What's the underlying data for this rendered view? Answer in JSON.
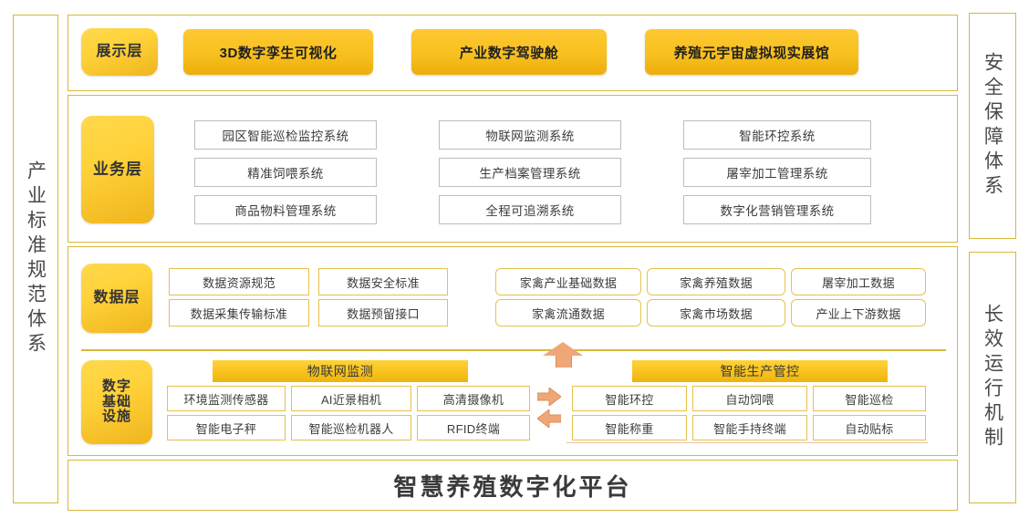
{
  "side_panels": {
    "left": {
      "label": "产业标准规范体系"
    },
    "right_top": {
      "label": "安全保障体系"
    },
    "right_bottom": {
      "label": "长效运行机制"
    }
  },
  "display_layer": {
    "badge": "展示层",
    "items": [
      "3D数字孪生可视化",
      "产业数字驾驶舱",
      "养殖元宇宙虚拟现实展馆"
    ]
  },
  "business_layer": {
    "badge": "业务层",
    "columns": [
      [
        "园区智能巡检监控系统",
        "精准饲喂系统",
        "商品物料管理系统"
      ],
      [
        "物联网监测系统",
        "生产档案管理系统",
        "全程可追溯系统"
      ],
      [
        "智能环控系统",
        "屠宰加工管理系统",
        "数字化营销管理系统"
      ]
    ]
  },
  "data_layer": {
    "badge": "数据层",
    "standards": [
      [
        "数据资源规范",
        "数据安全标准"
      ],
      [
        "数据采集传输标准",
        "数据预留接口"
      ]
    ],
    "datasets": [
      [
        "家禽产业基础数据",
        "家禽养殖数据",
        "屠宰加工数据"
      ],
      [
        "家禽流通数据",
        "家禽市场数据",
        "产业上下游数据"
      ]
    ]
  },
  "infra_layer": {
    "badge": "数字基础设施",
    "badge_lines": [
      "数字",
      "基础",
      "设施"
    ],
    "groups": [
      {
        "title": "物联网监测",
        "rows": [
          [
            "环境监测传感器",
            "AI近景相机",
            "高清摄像机"
          ],
          [
            "智能电子秤",
            "智能巡检机器人",
            "RFID终端"
          ]
        ]
      },
      {
        "title": "智能生产管控",
        "rows": [
          [
            "智能环控",
            "自动饲喂",
            "智能巡检"
          ],
          [
            "智能称重",
            "智能手持终端",
            "自动贴标"
          ]
        ]
      }
    ]
  },
  "platform": {
    "title": "智慧养殖数字化平台"
  },
  "colors": {
    "gold_border": "#d9b83a",
    "badge_gold": "#ffd23a",
    "pill_gold": "#f8c01f",
    "cell_grey_border": "#bdbdbd",
    "cell_yellow_border": "#e6c24a",
    "arrow_salmon": "#f0a777",
    "text_dark": "#3b3b3b"
  }
}
